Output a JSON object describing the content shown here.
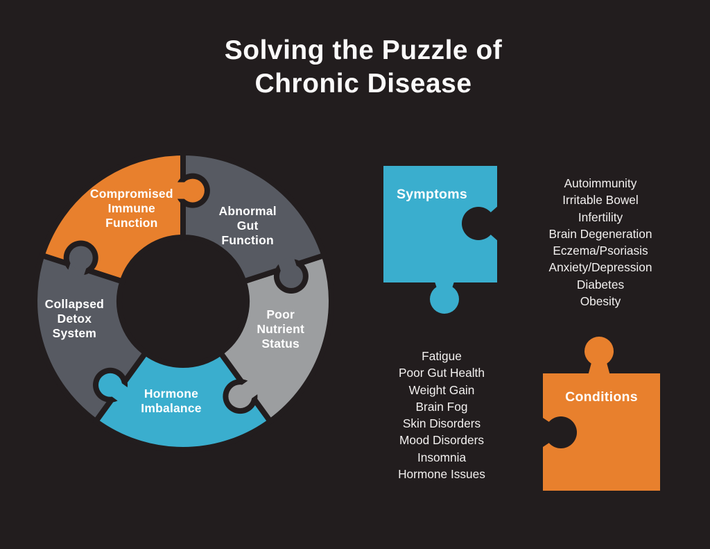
{
  "theme": {
    "background": "#221d1e",
    "text_light": "#f2f0ef",
    "text_white": "#ffffff",
    "orange": "#e8802d",
    "blue": "#3aaece",
    "dark_gray": "#575a62",
    "light_gray": "#9c9ea0"
  },
  "title": {
    "text": "Solving the Puzzle of\nChronic Disease"
  },
  "donut": {
    "segments": [
      {
        "id": "compromised-immune-function",
        "label_lines": [
          "Compromised",
          "Immune",
          "Function"
        ],
        "color": "#e8802d"
      },
      {
        "id": "collapsed-detox-system",
        "label_lines": [
          "Collapsed",
          "Detox",
          "System"
        ],
        "color": "#575a62"
      },
      {
        "id": "hormone-imbalance",
        "label_lines": [
          "Hormone",
          "Imbalance"
        ],
        "color": "#3aaece"
      },
      {
        "id": "poor-nutrient-status",
        "label_lines": [
          "Poor",
          "Nutrient",
          "Status"
        ],
        "color": "#9c9ea0"
      },
      {
        "id": "abnormal-gut-function",
        "label_lines": [
          "Abnormal",
          "Gut",
          "Function"
        ],
        "color": "#575a62"
      }
    ]
  },
  "symptoms": {
    "label": "Symptoms",
    "color": "#3aaece",
    "items": [
      "Autoimmunity",
      "Irritable Bowel",
      "Infertility",
      "Brain Degeneration",
      "Eczema/Psoriasis",
      "Anxiety/Depression",
      "Diabetes",
      "Obesity"
    ]
  },
  "conditions": {
    "label": "Conditions",
    "color": "#e8802d",
    "items": [
      "Fatigue",
      "Poor Gut Health",
      "Weight Gain",
      "Brain Fog",
      "Skin Disorders",
      "Mood Disorders",
      "Insomnia",
      "Hormone Issues"
    ]
  }
}
